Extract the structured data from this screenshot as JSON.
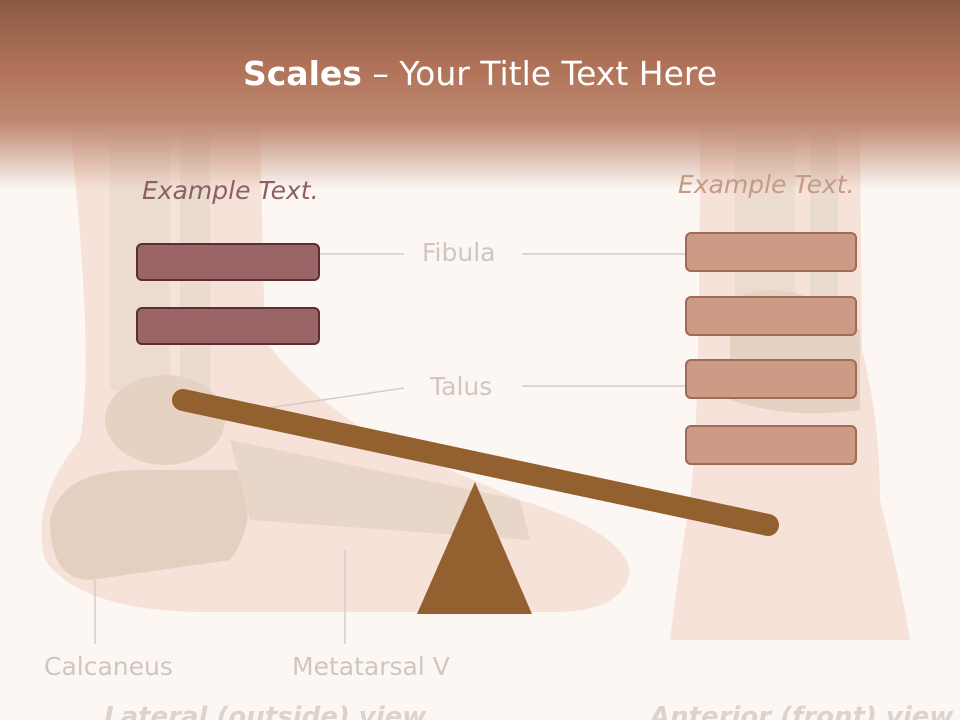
{
  "title": {
    "bold": "Scales",
    "rest": " – Your Title Text Here"
  },
  "left_heading": "Example Text.",
  "right_heading": "Example Text.",
  "labels": {
    "fibula": "Fibula",
    "talus": "Talus",
    "calcaneus": "Calcaneus",
    "metatarsal": "Metatarsal V"
  },
  "captions": {
    "lateral": "Lateral (outside) view",
    "anterior": "Anterior (front) view"
  },
  "colors": {
    "header": "#b07258",
    "left_box": "#9b6467",
    "right_box": "#cd9b85",
    "scale": "#93602f"
  }
}
